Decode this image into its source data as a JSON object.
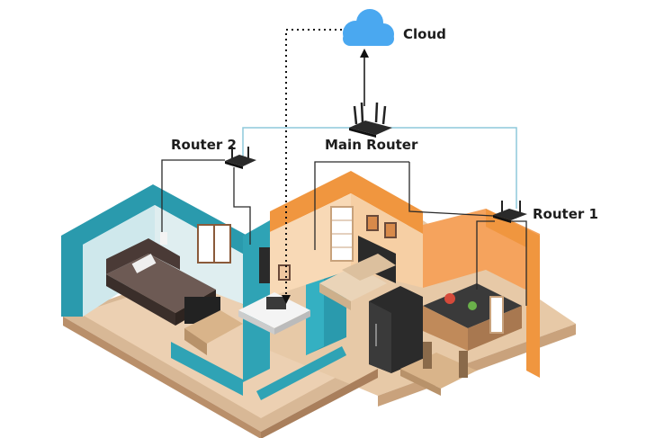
{
  "labels": {
    "cloud": "Cloud",
    "main_router": "Main Router",
    "router_1": "Router 1",
    "router_2": "Router 2"
  },
  "colors": {
    "cloud": "#4aa8f0",
    "teal_wall": "#2fa3b5",
    "orange_wall": "#f5a35d",
    "floor": "#e9c9a6",
    "connection_line": "#8ec9db",
    "cable": "#2a2a2a",
    "router": "#222222"
  },
  "icons": [
    "cloud-icon",
    "router-icon",
    "arrow-up-icon",
    "arrow-down-icon"
  ]
}
